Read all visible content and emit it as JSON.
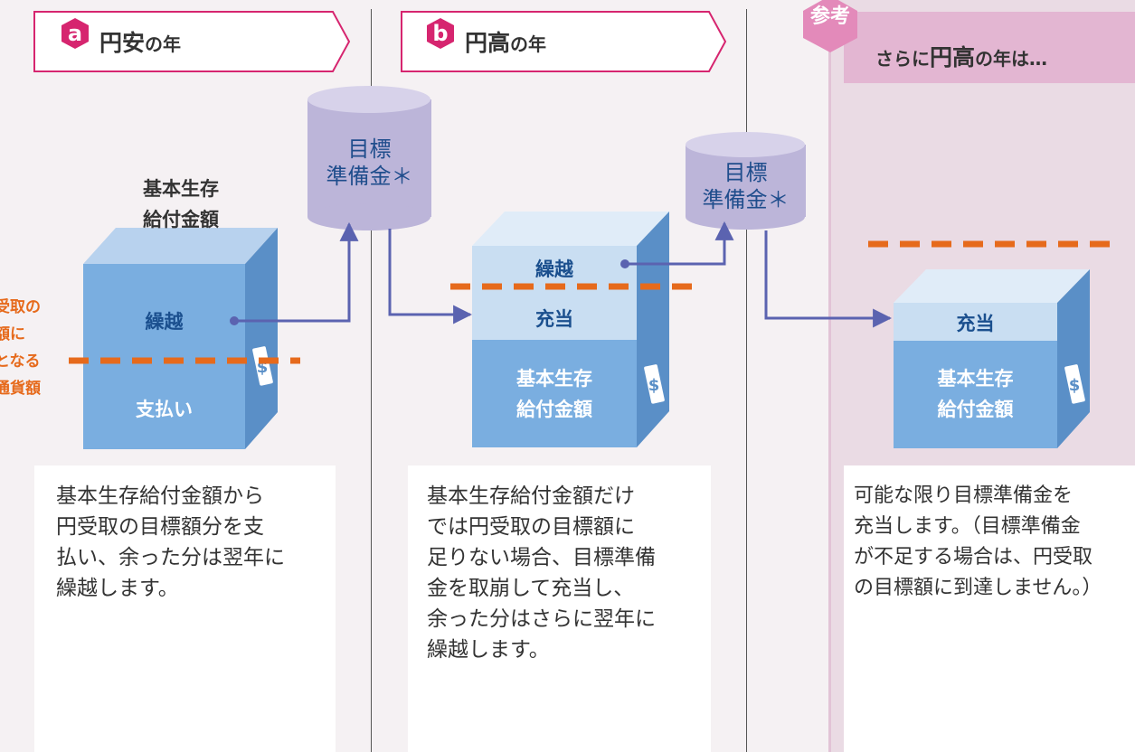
{
  "headers": {
    "a": {
      "badge": "a",
      "title_main": "円安",
      "title_suffix": "の年"
    },
    "b": {
      "badge": "b",
      "title_main": "円高",
      "title_suffix": "の年"
    },
    "ref": {
      "badge": "参考",
      "pre": "さらに",
      "main": "円高",
      "post": "の年は…"
    }
  },
  "panel_a": {
    "label_above": [
      "基本生存",
      "給付金額"
    ],
    "box_top": "繰越",
    "box_bottom": "支払い",
    "cylinder": [
      "目標",
      "準備金＊"
    ],
    "side_label": [
      "受取の",
      "額に",
      "となる",
      "通貨額"
    ],
    "caption": [
      "基本生存給付金額から",
      "円受取の目標額分を支",
      "払い、余った分は翌年に",
      "繰越します。"
    ]
  },
  "panel_b": {
    "box_top": "繰越",
    "box_mid": "充当",
    "box_bottom": [
      "基本生存",
      "給付金額"
    ],
    "cylinder": [
      "目標",
      "準備金＊"
    ],
    "caption": [
      "基本生存給付金額だけ",
      "では円受取の目標額に",
      "足りない場合、目標準備",
      "金を取崩して充当し、",
      "余った分はさらに翌年に",
      "繰越します。"
    ]
  },
  "panel_ref": {
    "box_top": "充当",
    "box_bottom": [
      "基本生存",
      "給付金額"
    ],
    "caption": [
      "可能な限り目標準備金を",
      "充当します。（目標準備金",
      "が不足する場合は、円受取",
      "の目標額に到達しません。）"
    ]
  },
  "colors": {
    "magenta": "#d6256f",
    "orange": "#e66a1c",
    "box_blue": "#7aaee0",
    "box_light": "#c9def2",
    "cylinder": "#bcb5d9",
    "arrow": "#5b63b0",
    "ref_header": "#e3b6d2"
  }
}
